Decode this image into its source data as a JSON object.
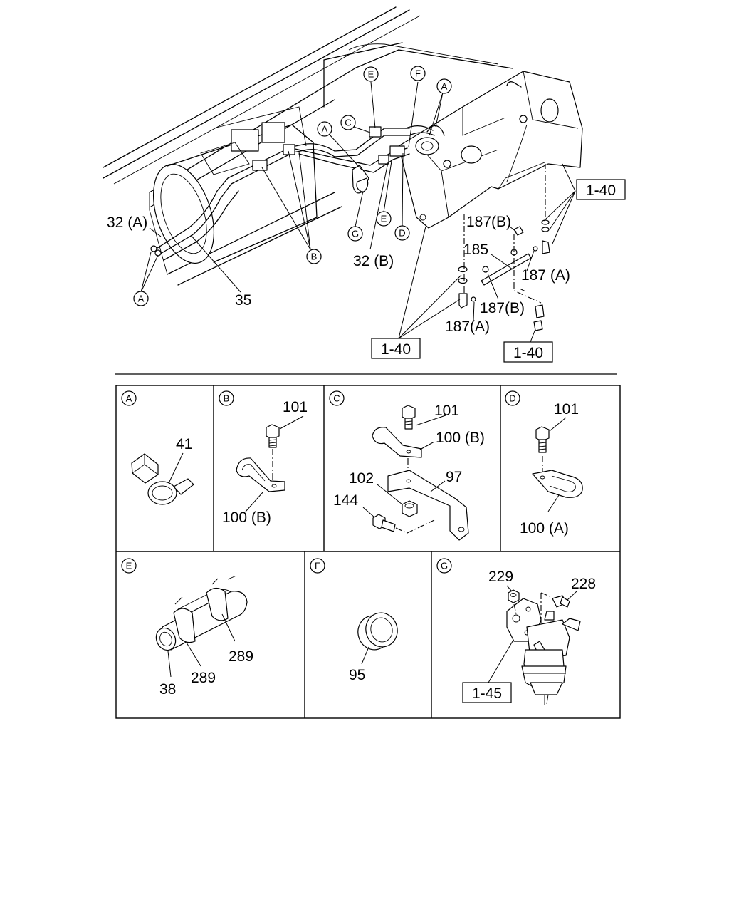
{
  "main_view": {
    "refs": {
      "r1": "1-40",
      "r2": "1-40",
      "r3": "1-40"
    },
    "parts": {
      "p32a": "32 (A)",
      "p32b": "32 (B)",
      "p35": "35",
      "p185": "185",
      "p187b_top": "187(B)",
      "p187a_right": "187 (A)",
      "p187b_low": "187(B)",
      "p187a_low": "187(A)"
    },
    "callouts": {
      "A_left_bottom": "A",
      "B_main": "B",
      "A_center": "A",
      "C_center": "C",
      "E_top": "E",
      "F_top": "F",
      "A_top": "A",
      "E_low": "E",
      "D_low": "D",
      "G_low": "G"
    }
  },
  "details": {
    "A": {
      "label": "A",
      "parts": {
        "p41": "41"
      }
    },
    "B": {
      "label": "B",
      "parts": {
        "p101": "101",
        "p100b": "100 (B)"
      }
    },
    "C": {
      "label": "C",
      "parts": {
        "p101": "101",
        "p100b": "100 (B)",
        "p102": "102",
        "p97": "97",
        "p144": "144"
      }
    },
    "D": {
      "label": "D",
      "parts": {
        "p101": "101",
        "p100a": "100 (A)"
      }
    },
    "E": {
      "label": "E",
      "parts": {
        "p289a": "289",
        "p289b": "289",
        "p38": "38"
      }
    },
    "F": {
      "label": "F",
      "parts": {
        "p95": "95"
      }
    },
    "G": {
      "label": "G",
      "parts": {
        "p229": "229",
        "p228": "228"
      },
      "ref": "1-45"
    }
  }
}
